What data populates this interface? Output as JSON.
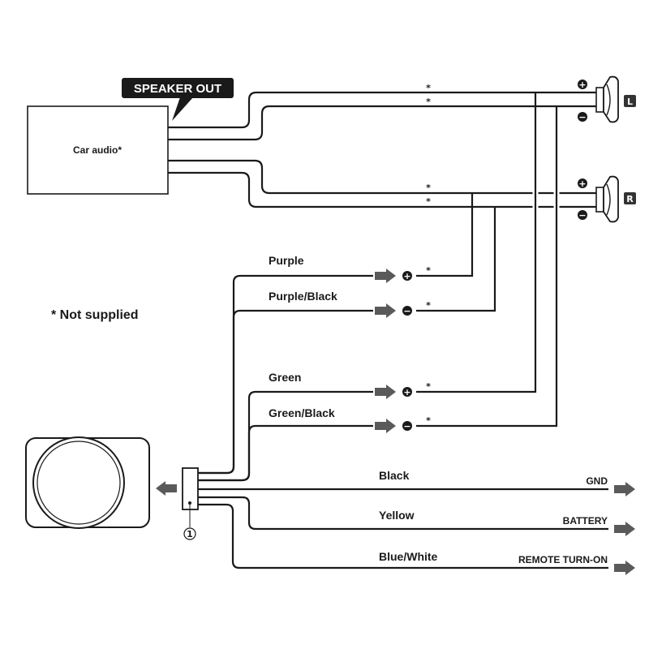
{
  "callout": {
    "text": "SPEAKER OUT"
  },
  "source": {
    "label": "Car audio*"
  },
  "note": {
    "text": "* Not supplied"
  },
  "speakers": {
    "left_label": "L",
    "right_label": "R"
  },
  "markers": {
    "star": "*",
    "plus": "+",
    "minus": "−",
    "connector_number": "1"
  },
  "wires": {
    "purple": "Purple",
    "purple_black": "Purple/Black",
    "green": "Green",
    "green_black": "Green/Black",
    "black": "Black",
    "yellow": "Yellow",
    "blue_white": "Blue/White"
  },
  "destinations": {
    "gnd": "GND",
    "battery": "BATTERY",
    "remote": "REMOTE TURN-ON"
  },
  "colors": {
    "line": "#1a1a1a",
    "arrow": "#5a5a5a",
    "callout_bg": "#1a1a1a"
  }
}
